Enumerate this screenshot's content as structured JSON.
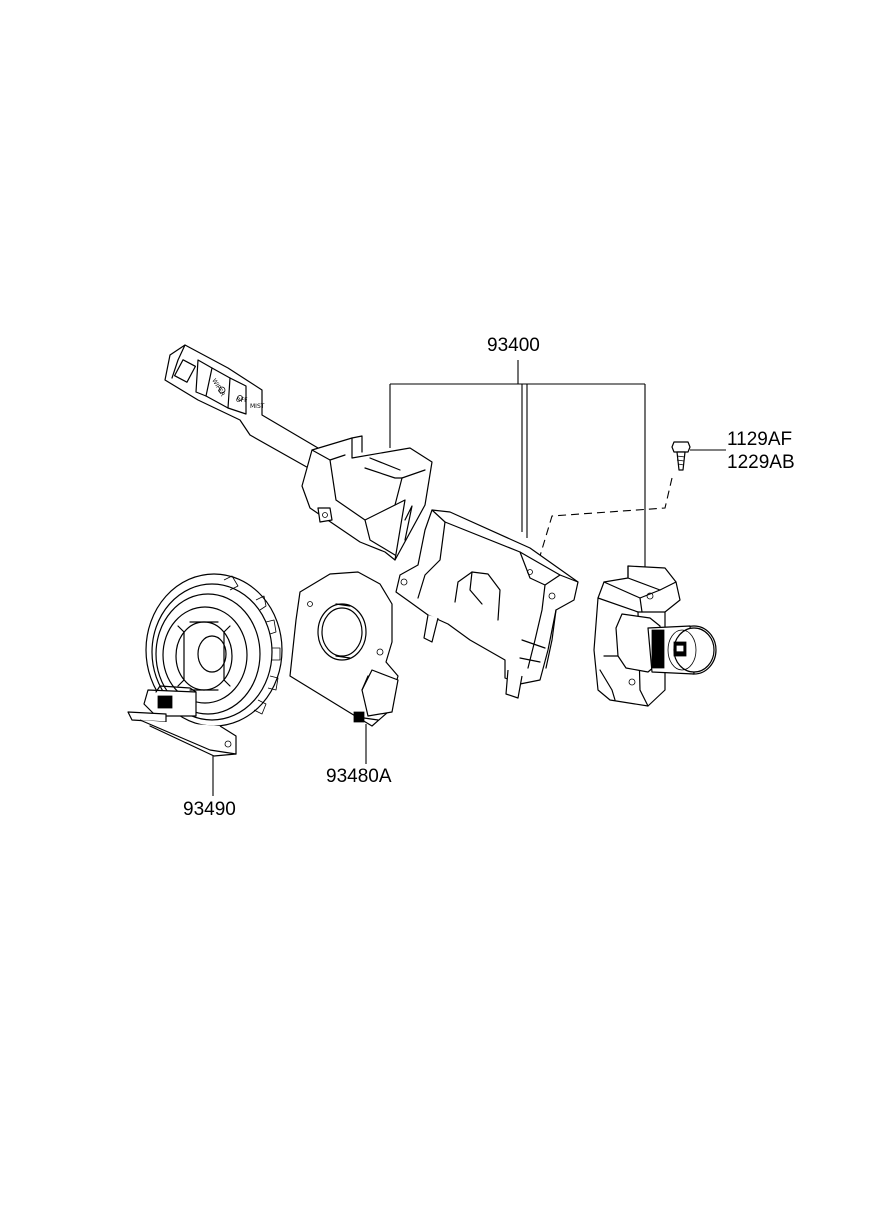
{
  "labels": {
    "assembly": "93400",
    "screw_a": "1129AF",
    "screw_b": "1229AB",
    "clock_spring": "93490",
    "sensor": "93480A"
  },
  "lever_marks": {
    "wiper": "WIPER",
    "off": "OFF",
    "mist": "MIST"
  }
}
